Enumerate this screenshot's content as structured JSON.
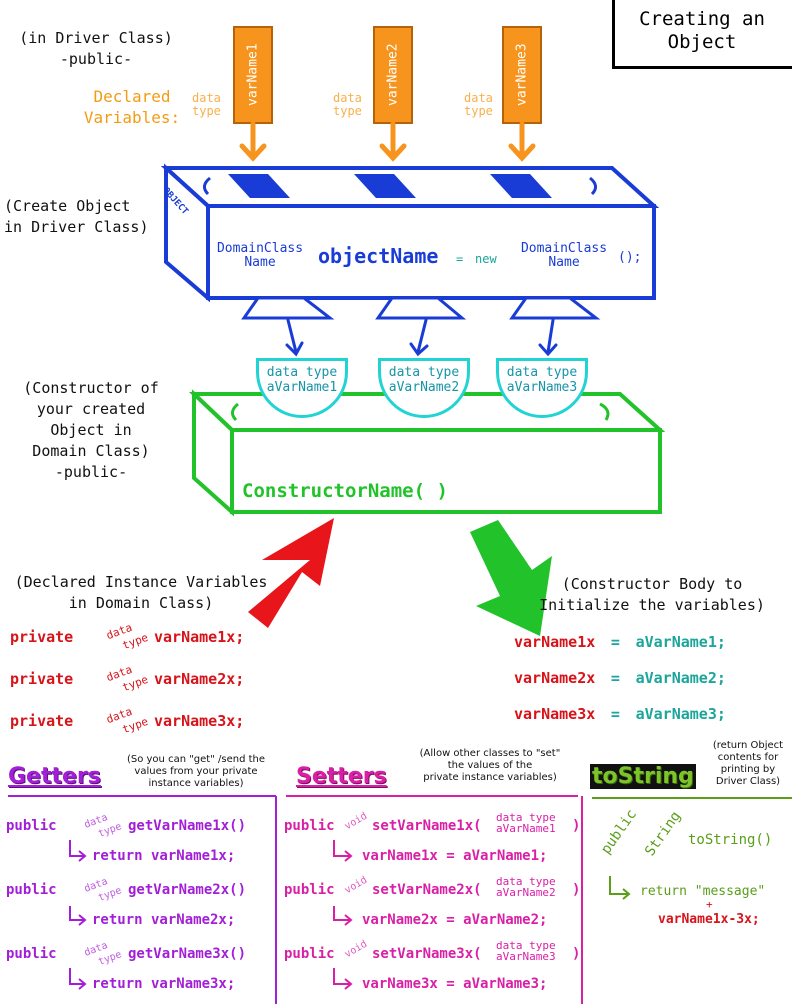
{
  "title": {
    "line1": "Creating an",
    "line2": "Object"
  },
  "driver": {
    "label1": "(in Driver Class)",
    "label2": "-public-",
    "declared1": "Declared",
    "declared2": "Variables:"
  },
  "vars": [
    {
      "name": "varName1",
      "dt1": "data",
      "dt2": "type"
    },
    {
      "name": "varName2",
      "dt1": "data",
      "dt2": "type"
    },
    {
      "name": "varName3",
      "dt1": "data",
      "dt2": "type"
    }
  ],
  "create": {
    "label1": "(Create Object",
    "label2": "in Driver Class)",
    "tag": "OBJECT",
    "dc1a": "DomainClass",
    "dc1b": "Name",
    "obj": "objectName",
    "eq": "=",
    "new": "new",
    "dc2a": "DomainClass",
    "dc2b": "Name",
    "end": "();"
  },
  "params": [
    {
      "l1": "data type",
      "l2": "aVarName1"
    },
    {
      "l1": "data type",
      "l2": "aVarName2"
    },
    {
      "l1": "data type",
      "l2": "aVarName3"
    }
  ],
  "constructor": {
    "label1": "(Constructor of",
    "label2": "your created",
    "label3": "Object in",
    "label4": "Domain Class)",
    "label5": "-public-",
    "name": "ConstructorName( )"
  },
  "instance": {
    "label1": "(Declared Instance Variables",
    "label2": "in Domain Class)",
    "rows": [
      {
        "mod": "private",
        "dt1": "data",
        "dt2": "type",
        "name": "varName1x;"
      },
      {
        "mod": "private",
        "dt1": "data",
        "dt2": "type",
        "name": "varName2x;"
      },
      {
        "mod": "private",
        "dt1": "data",
        "dt2": "type",
        "name": "varName3x;"
      }
    ]
  },
  "body": {
    "label1": "(Constructor Body to",
    "label2": "Initialize the variables)",
    "rows": [
      {
        "left": "varName1x",
        "eq": "=",
        "right": "aVarName1;"
      },
      {
        "left": "varName2x",
        "eq": "=",
        "right": "aVarName2;"
      },
      {
        "left": "varName3x",
        "eq": "=",
        "right": "aVarName3;"
      }
    ]
  },
  "getters": {
    "title": "Getters",
    "note1": "(So you can  \"get\" /send the",
    "note2": "values from your private",
    "note3": "instance variables)",
    "rows": [
      {
        "mod": "public",
        "dt1": "data",
        "dt2": "type",
        "method": "getVarName1x()",
        "ret": "return varName1x;"
      },
      {
        "mod": "public",
        "dt1": "data",
        "dt2": "type",
        "method": "getVarName2x()",
        "ret": "return varName2x;"
      },
      {
        "mod": "public",
        "dt1": "data",
        "dt2": "type",
        "method": "getVarName3x()",
        "ret": "return varName3x;"
      }
    ]
  },
  "setters": {
    "title": "Setters",
    "note1": "(Allow other classes to  \"set\"",
    "note2": "the values of the",
    "note3": "private instance variables)",
    "rows": [
      {
        "mod": "public",
        "void": "void",
        "method": "setVarName1x(",
        "p1": "data type",
        "p2": "aVarName1",
        "close": ")",
        "body": "varName1x  =  aVarName1;"
      },
      {
        "mod": "public",
        "void": "void",
        "method": "setVarName2x(",
        "p1": "data type",
        "p2": "aVarName2",
        "close": ")",
        "body": "varName2x  =  aVarName2;"
      },
      {
        "mod": "public",
        "void": "void",
        "method": "setVarName3x(",
        "p1": "data type",
        "p2": "aVarName3",
        "close": ")",
        "body": "varName3x  =  aVarName3;"
      }
    ]
  },
  "tostring": {
    "title": "toString",
    "note1": "(return Object",
    "note2": "contents for",
    "note3": "printing by",
    "note4": "Driver Class)",
    "mod": "public",
    "type": "String",
    "method": "toString()",
    "ret": "return \"message\"",
    "plus": "+",
    "vars": "varName1x-3x;"
  },
  "colors": {
    "orange": "#f7941d",
    "blue": "#1a3cd6",
    "green": "#22c22a",
    "cyan": "#22d3d3",
    "red": "#d6141a",
    "purple": "#a21fd6",
    "pink": "#d91fa6",
    "olive": "#5a9e1a"
  }
}
